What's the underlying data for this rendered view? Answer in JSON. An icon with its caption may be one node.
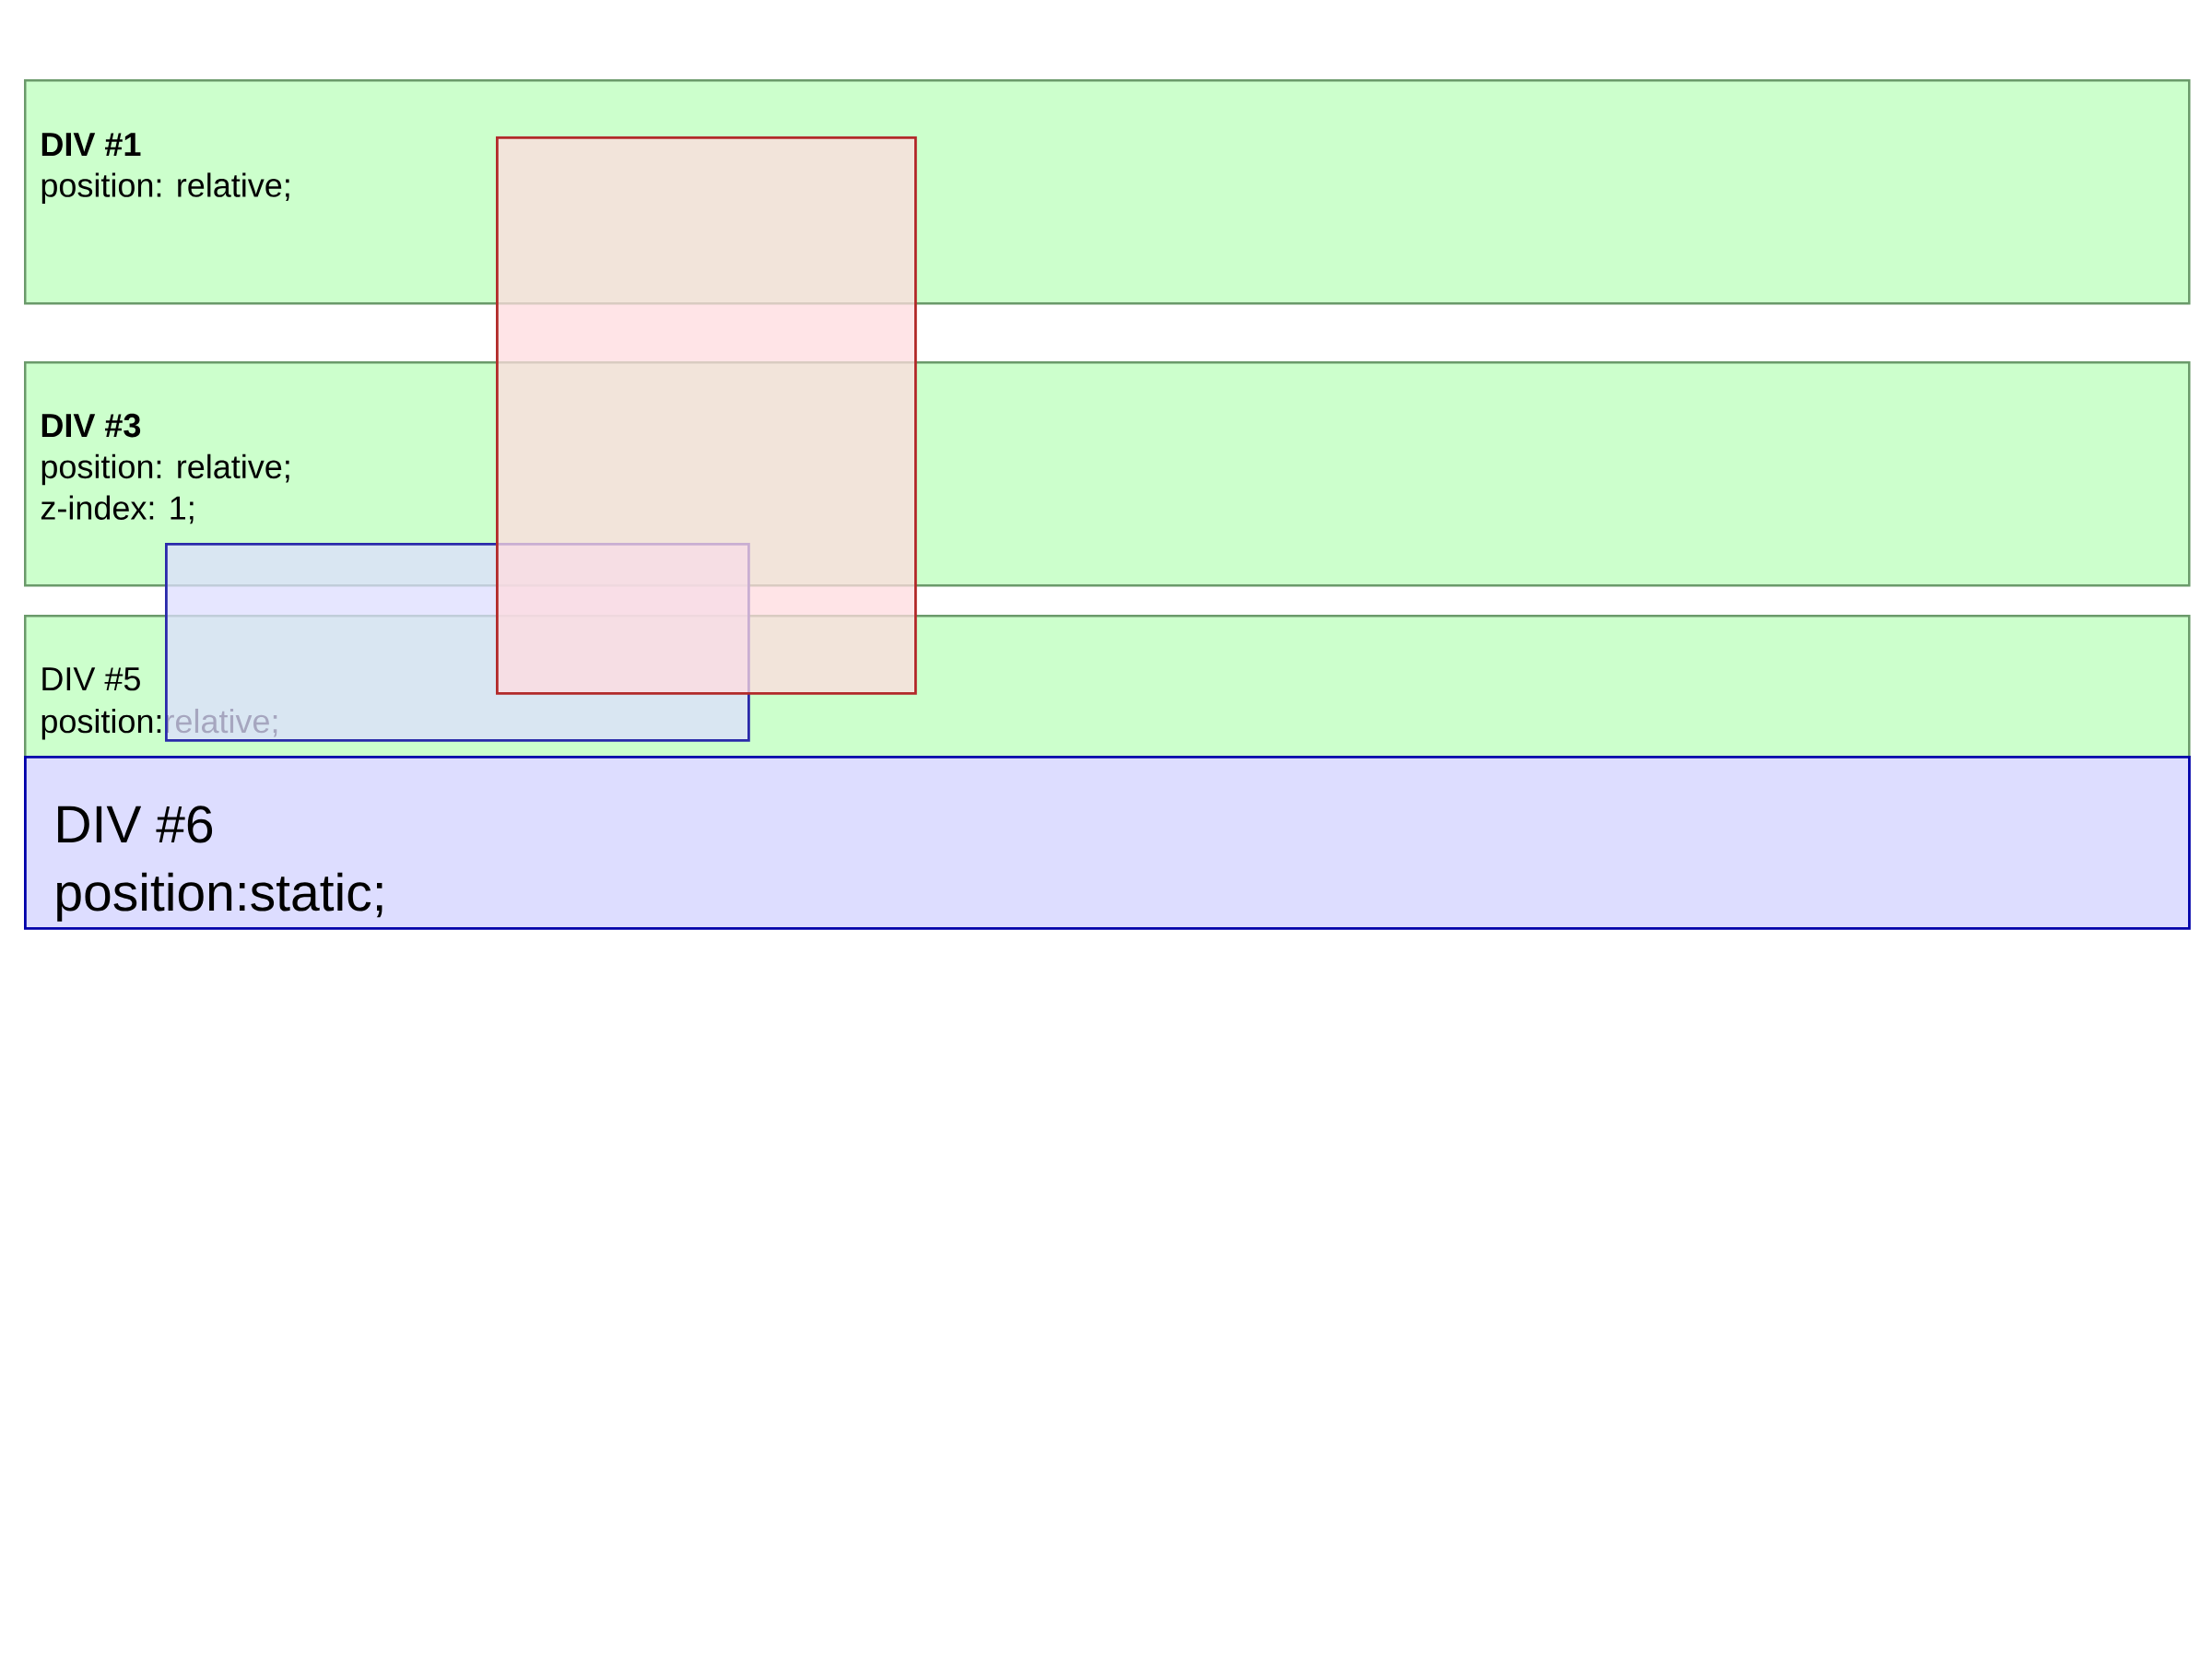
{
  "diagram": {
    "nodes": [
      {
        "text": [
          "DIV #1",
          "position: relative;"
        ]
      },
      {
        "text": [],
        "shape": "box"
      },
      {
        "text": [
          "DIV #3",
          "position: relative;",
          "z-index: 1;"
        ]
      },
      {
        "text": [],
        "shape": "box"
      },
      {
        "text": [
          "DIV #5",
          "position:relative;"
        ]
      },
      {
        "text": [
          "DIV #6",
          "position:static;"
        ]
      }
    ]
  }
}
